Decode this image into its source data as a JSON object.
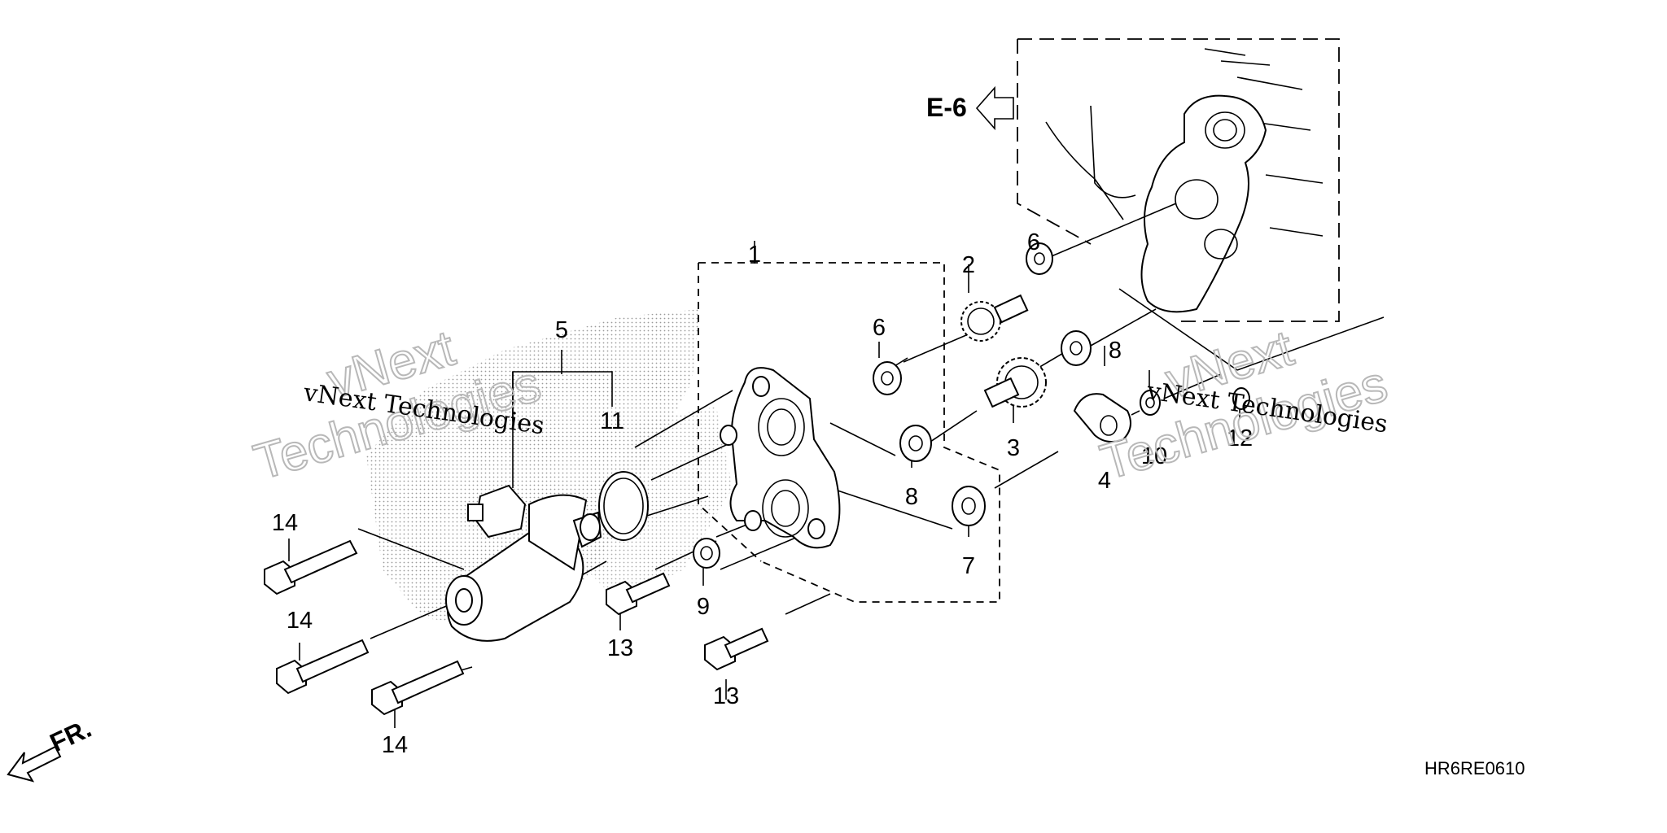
{
  "callouts": [
    "1",
    "2",
    "3",
    "4",
    "5",
    "6",
    "6",
    "7",
    "8",
    "8",
    "9",
    "10",
    "11",
    "12",
    "13",
    "13",
    "14",
    "14",
    "14"
  ],
  "reference": "E-6",
  "front_label": "FR.",
  "diagram_code": "HR6RE0610",
  "watermark": {
    "text": "vNext Technologies",
    "logo_line1": "vNext",
    "logo_line2": "Technologies"
  },
  "colors": {
    "ink": "#000000",
    "watermark": "#b8b8b8",
    "dots": "#9a9a9a"
  }
}
